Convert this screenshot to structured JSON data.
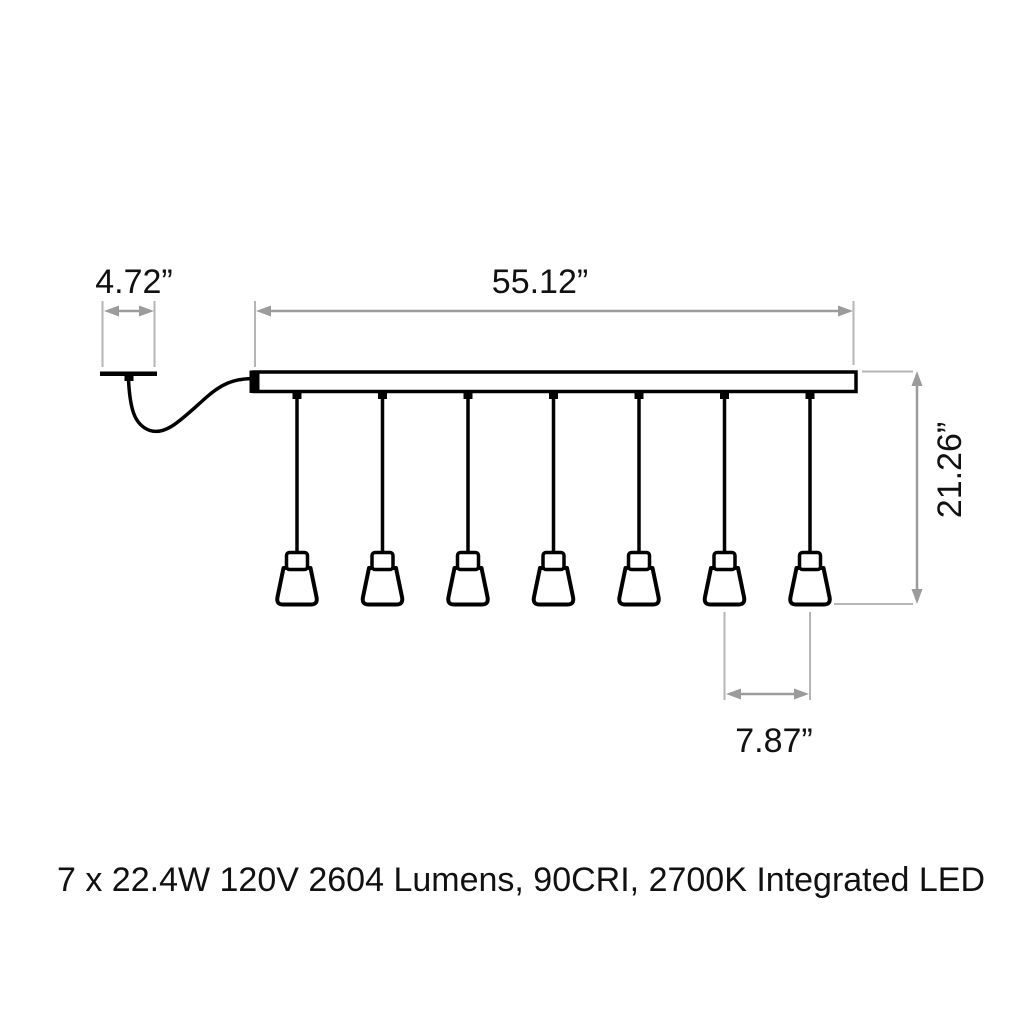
{
  "diagram": {
    "kind": "pendant-light-dimension-drawing",
    "pendant_count": "7",
    "dimensions": {
      "canopy_width": "4.72”",
      "fixture_length": "55.12”",
      "overall_drop": "21.26”",
      "pendant_spacing": "7.87”"
    },
    "spec_line": "7 x 22.4W 120V 2604 Lumens, 90CRI, 2700K Integrated LED",
    "colors": {
      "drawing": "#000000",
      "dimension_line": "#9b9b9b",
      "extension_line": "#b5b5b5",
      "background": "#ffffff"
    }
  }
}
